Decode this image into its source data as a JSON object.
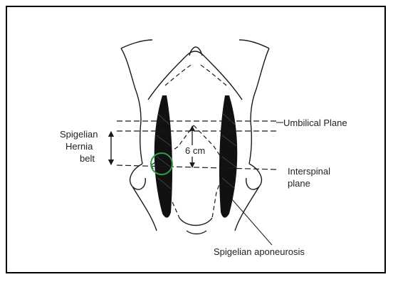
{
  "labels": {
    "umbilical_plane": "Umbilical Plane",
    "spigelian_line1": "Spigelian",
    "spigelian_line2": "Hernia",
    "spigelian_line3": "belt",
    "distance": "6 cm",
    "interspinal_line1": "Interspinal",
    "interspinal_line2": "plane",
    "aponeurosis": "Spigelian aponeurosis"
  },
  "colors": {
    "line": "#1a1a1a",
    "muscle": "#111111",
    "highlight_circle": "#2e9e4a",
    "frame": "#000000"
  }
}
